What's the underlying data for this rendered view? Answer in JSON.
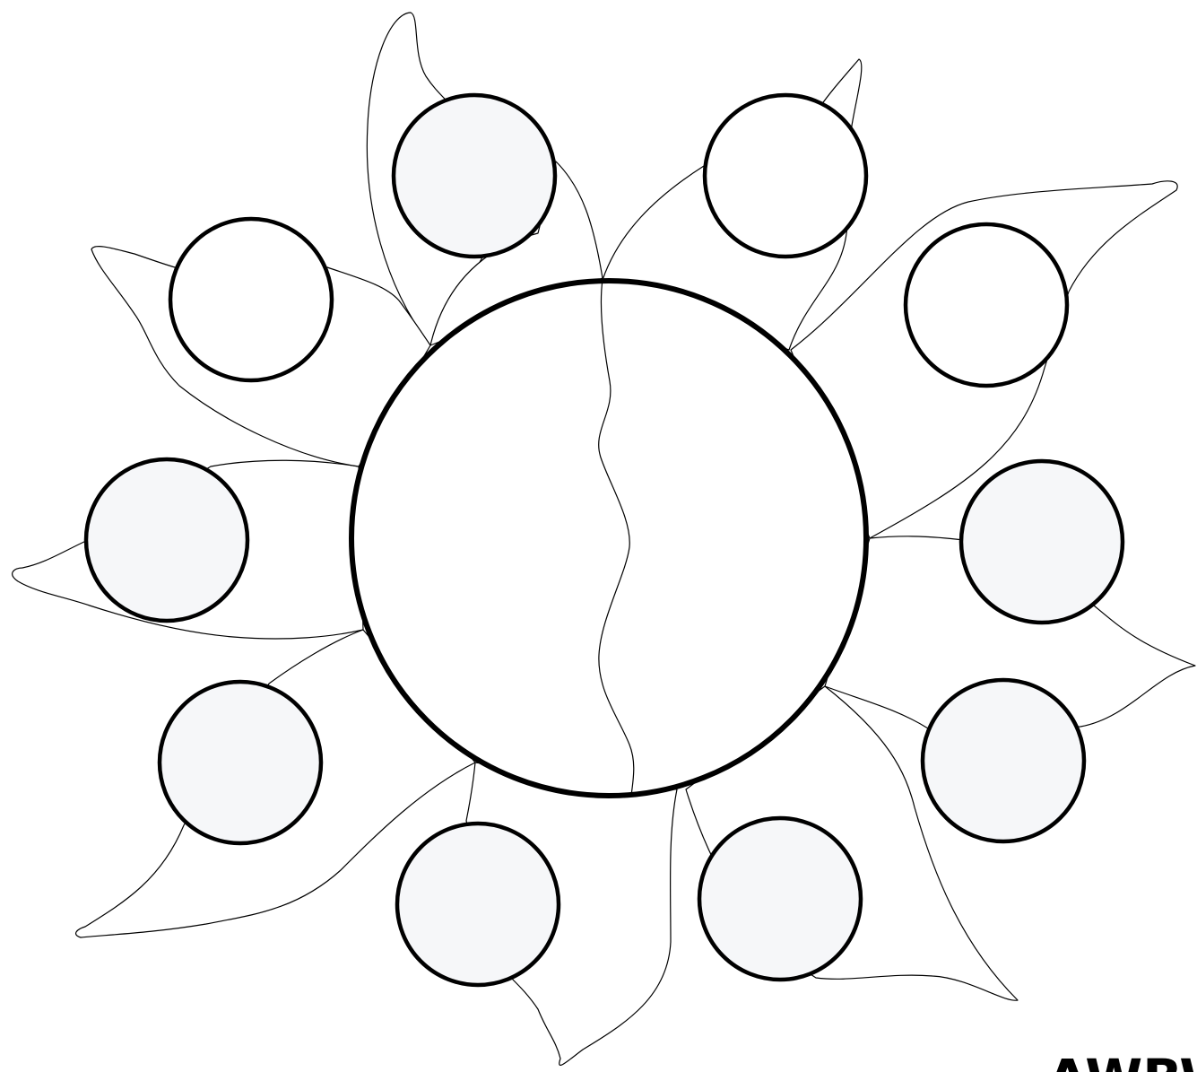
{
  "diagram": {
    "type": "flower-diagram",
    "center": {
      "fill": "#ffffff",
      "split": "left-right"
    },
    "colors": {
      "outline": "#000000",
      "background": "#ffffff",
      "node_shaded": "#f6f7f9",
      "node_plain": "#ffffff"
    },
    "nodes": [
      {
        "id": "node-top-left-upper",
        "fill": "#f6f7f9",
        "label": ""
      },
      {
        "id": "node-top-right",
        "fill": "#ffffff",
        "label": ""
      },
      {
        "id": "node-right-upper",
        "fill": "#ffffff",
        "label": ""
      },
      {
        "id": "node-right-middle",
        "fill": "#f6f7f9",
        "label": ""
      },
      {
        "id": "node-right-lower",
        "fill": "#f6f7f9",
        "label": ""
      },
      {
        "id": "node-bottom-right",
        "fill": "#f6f7f9",
        "label": ""
      },
      {
        "id": "node-bottom-left",
        "fill": "#f6f7f9",
        "label": ""
      },
      {
        "id": "node-left-lower",
        "fill": "#f6f7f9",
        "label": ""
      },
      {
        "id": "node-left-middle",
        "fill": "#f6f7f9",
        "label": ""
      },
      {
        "id": "node-top-left",
        "fill": "#ffffff",
        "label": ""
      }
    ]
  },
  "watermark": {
    "text": "AWBW"
  }
}
